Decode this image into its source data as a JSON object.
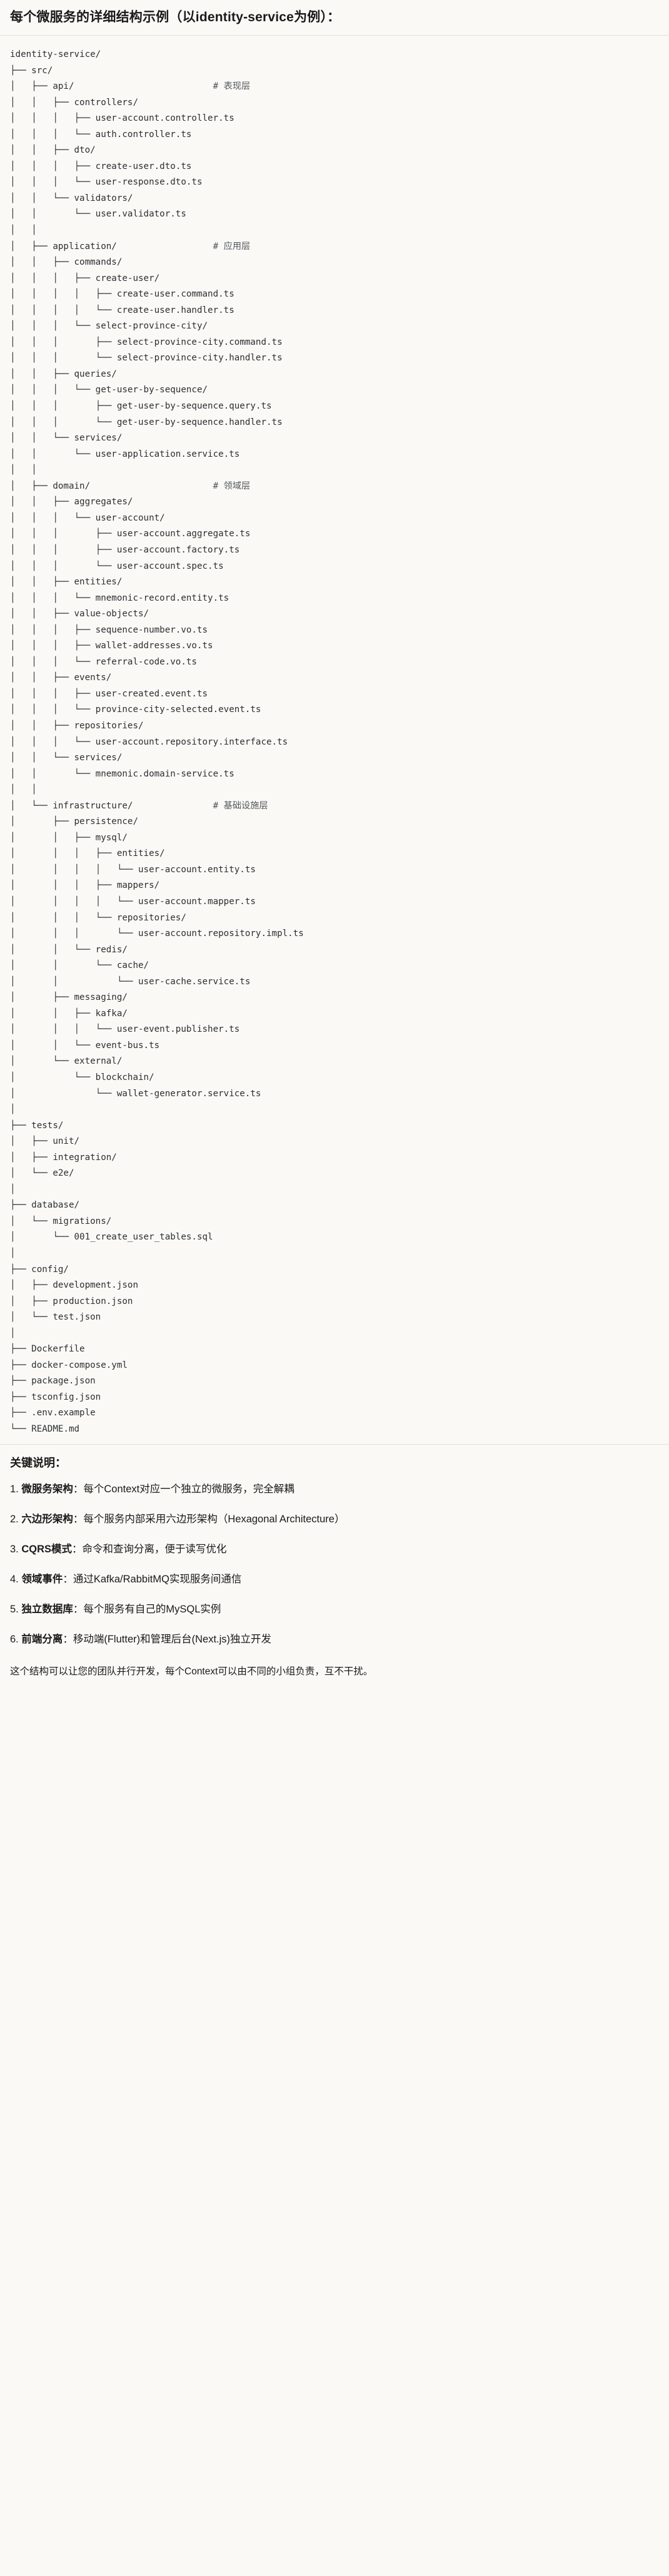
{
  "header": {
    "title": "每个微服务的详细结构示例（以identity-service为例）："
  },
  "tree": {
    "root": "identity-service/",
    "lines": [
      "identity-service/",
      "├── src/",
      "│   ├── api/                          # 表现层",
      "│   │   ├── controllers/",
      "│   │   │   ├── user-account.controller.ts",
      "│   │   │   └── auth.controller.ts",
      "│   │   ├── dto/",
      "│   │   │   ├── create-user.dto.ts",
      "│   │   │   └── user-response.dto.ts",
      "│   │   └── validators/",
      "│   │       └── user.validator.ts",
      "│   │",
      "│   ├── application/                  # 应用层",
      "│   │   ├── commands/",
      "│   │   │   ├── create-user/",
      "│   │   │   │   ├── create-user.command.ts",
      "│   │   │   │   └── create-user.handler.ts",
      "│   │   │   └── select-province-city/",
      "│   │   │       ├── select-province-city.command.ts",
      "│   │   │       └── select-province-city.handler.ts",
      "│   │   ├── queries/",
      "│   │   │   └── get-user-by-sequence/",
      "│   │   │       ├── get-user-by-sequence.query.ts",
      "│   │   │       └── get-user-by-sequence.handler.ts",
      "│   │   └── services/",
      "│   │       └── user-application.service.ts",
      "│   │",
      "│   ├── domain/                       # 领域层",
      "│   │   ├── aggregates/",
      "│   │   │   └── user-account/",
      "│   │   │       ├── user-account.aggregate.ts",
      "│   │   │       ├── user-account.factory.ts",
      "│   │   │       └── user-account.spec.ts",
      "│   │   ├── entities/",
      "│   │   │   └── mnemonic-record.entity.ts",
      "│   │   ├── value-objects/",
      "│   │   │   ├── sequence-number.vo.ts",
      "│   │   │   ├── wallet-addresses.vo.ts",
      "│   │   │   └── referral-code.vo.ts",
      "│   │   ├── events/",
      "│   │   │   ├── user-created.event.ts",
      "│   │   │   └── province-city-selected.event.ts",
      "│   │   ├── repositories/",
      "│   │   │   └── user-account.repository.interface.ts",
      "│   │   └── services/",
      "│   │       └── mnemonic.domain-service.ts",
      "│   │",
      "│   └── infrastructure/               # 基础设施层",
      "│       ├── persistence/",
      "│       │   ├── mysql/",
      "│       │   │   ├── entities/",
      "│       │   │   │   └── user-account.entity.ts",
      "│       │   │   ├── mappers/",
      "│       │   │   │   └── user-account.mapper.ts",
      "│       │   │   └── repositories/",
      "│       │   │       └── user-account.repository.impl.ts",
      "│       │   └── redis/",
      "│       │       └── cache/",
      "│       │           └── user-cache.service.ts",
      "│       ├── messaging/",
      "│       │   ├── kafka/",
      "│       │   │   └── user-event.publisher.ts",
      "│       │   └── event-bus.ts",
      "│       └── external/",
      "│           └── blockchain/",
      "│               └── wallet-generator.service.ts",
      "│",
      "├── tests/",
      "│   ├── unit/",
      "│   ├── integration/",
      "│   └── e2e/",
      "│",
      "├── database/",
      "│   └── migrations/",
      "│       └── 001_create_user_tables.sql",
      "│",
      "├── config/",
      "│   ├── development.json",
      "│   ├── production.json",
      "│   └── test.json",
      "│",
      "├── Dockerfile",
      "├── docker-compose.yml",
      "├── package.json",
      "├── tsconfig.json",
      "├── .env.example",
      "└── README.md"
    ],
    "comments": [
      {
        "text": "# 表现层",
        "for": "api/"
      },
      {
        "text": "# 应用层",
        "for": "application/"
      },
      {
        "text": "# 领域层",
        "for": "domain/"
      },
      {
        "text": "# 基础设施层",
        "for": "infrastructure/"
      }
    ]
  },
  "notes": {
    "title": "关键说明：",
    "items": [
      {
        "num": "1.",
        "term": "微服务架构",
        "sep": "：",
        "desc": "每个Context对应一个独立的微服务，完全解耦"
      },
      {
        "num": "2.",
        "term": "六边形架构",
        "sep": "：",
        "desc": "每个服务内部采用六边形架构（Hexagonal Architecture）"
      },
      {
        "num": "3.",
        "term": "CQRS模式",
        "sep": "：",
        "desc": "命令和查询分离，便于读写优化"
      },
      {
        "num": "4.",
        "term": "领域事件",
        "sep": "：",
        "desc": "通过Kafka/RabbitMQ实现服务间通信"
      },
      {
        "num": "5.",
        "term": "独立数据库",
        "sep": "：",
        "desc": "每个服务有自己的MySQL实例"
      },
      {
        "num": "6.",
        "term": "前端分离",
        "sep": "：",
        "desc": "移动端(Flutter)和管理后台(Next.js)独立开发"
      }
    ],
    "closing": "这个结构可以让您的团队并行开发，每个Context可以由不同的小组负责，互不干扰。"
  }
}
